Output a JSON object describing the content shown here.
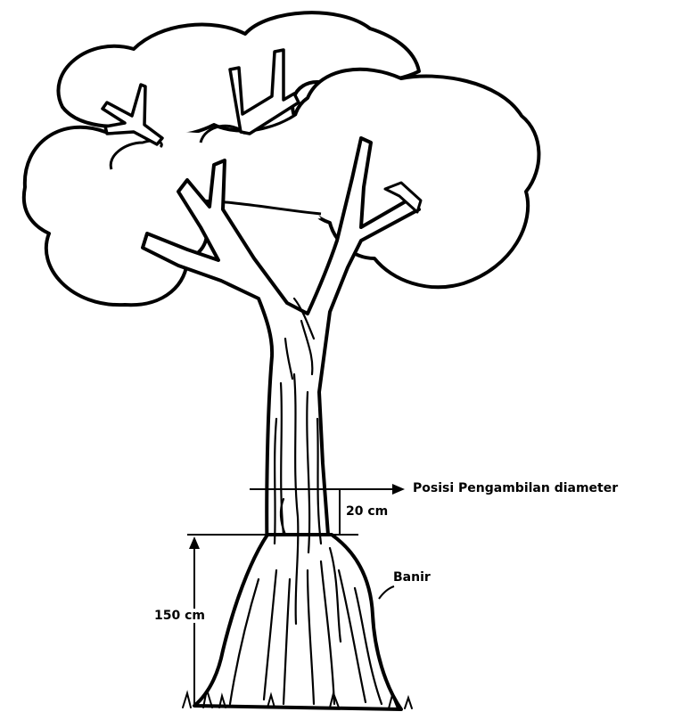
{
  "labels": {
    "diameter_position": "Posisi Pengambilan diameter",
    "gap_20": "20 cm",
    "height_150": "150 cm",
    "buttress": "Banir"
  },
  "colors": {
    "ink": "#000000",
    "paper": "#ffffff",
    "shade": "#888888"
  }
}
